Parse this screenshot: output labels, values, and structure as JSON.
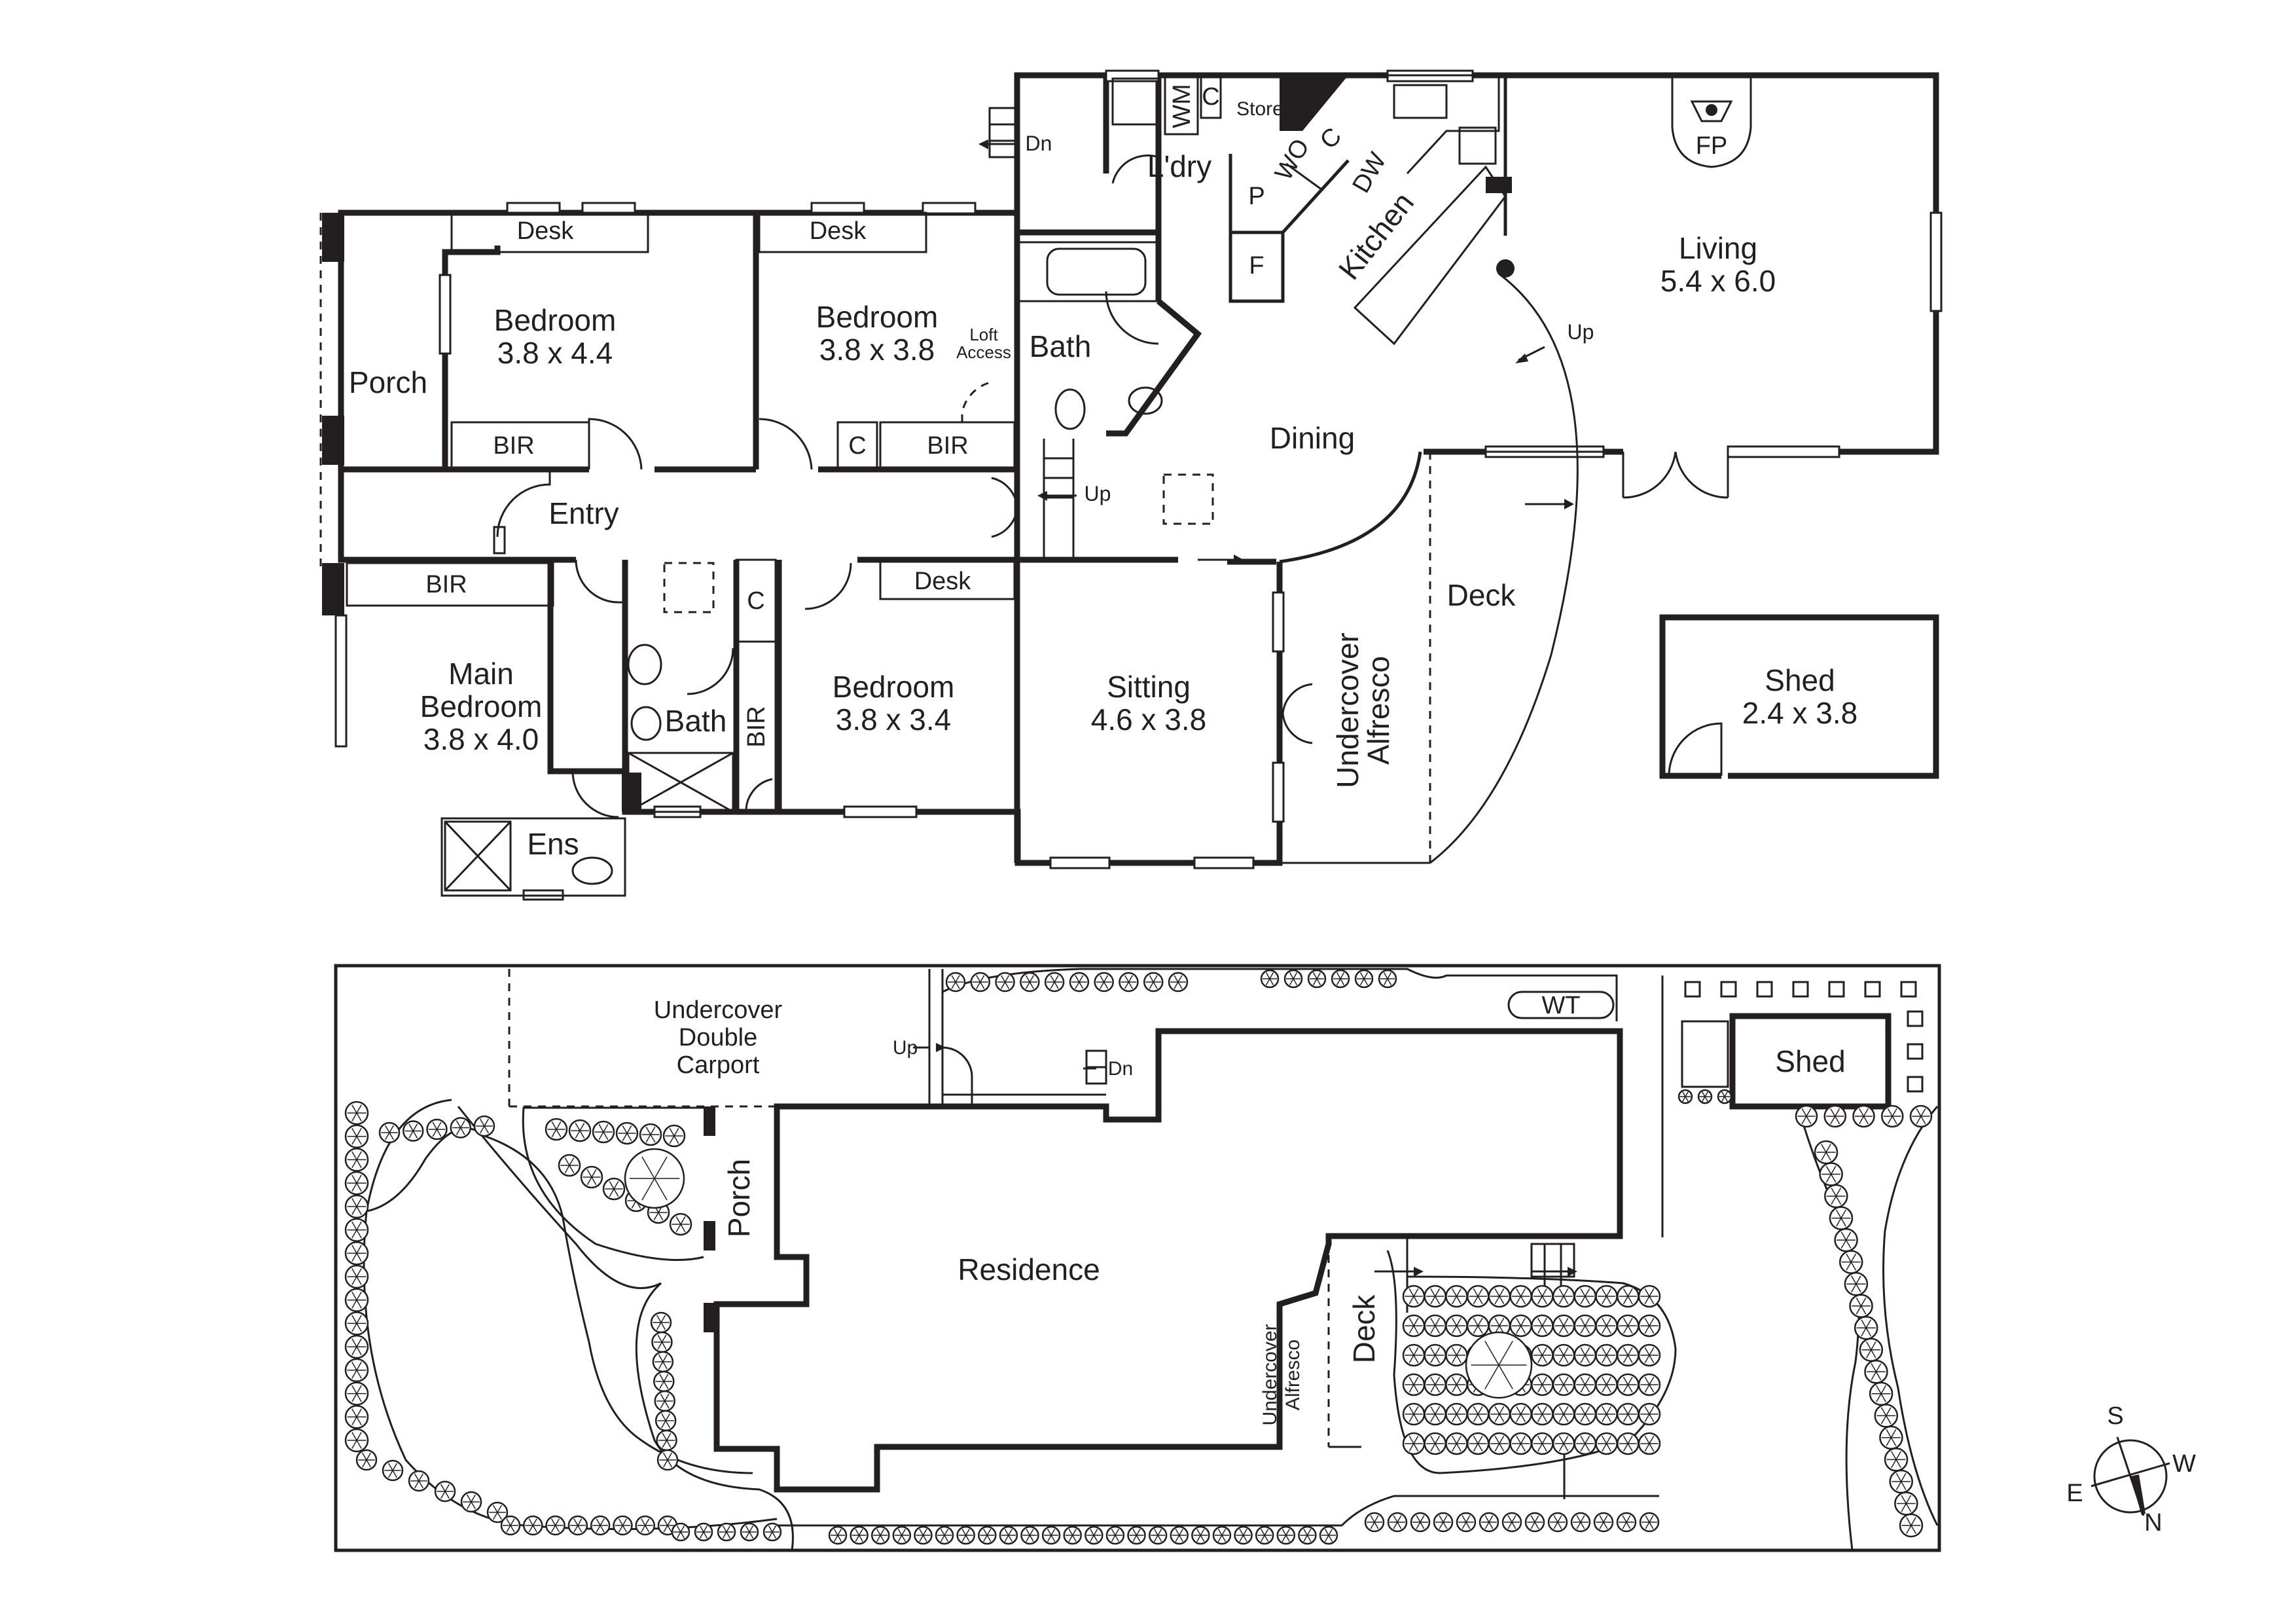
{
  "floor_plan": {
    "rooms": {
      "porch": "Porch",
      "bedroom1": {
        "name": "Bedroom",
        "size": "3.8 x 4.4"
      },
      "bedroom2": {
        "name": "Bedroom",
        "size": "3.8 x 3.8"
      },
      "bedroom3": {
        "name": "Bedroom",
        "size": "3.8 x 3.4"
      },
      "main_bedroom": {
        "name_line1": "Main",
        "name_line2": "Bedroom",
        "size": "3.8 x 4.0"
      },
      "living": {
        "name": "Living",
        "size": "5.4 x 6.0"
      },
      "sitting": {
        "name": "Sitting",
        "size": "4.6 x 3.8"
      },
      "shed": {
        "name": "Shed",
        "size": "2.4 x 3.8"
      },
      "entry": "Entry",
      "dining": "Dining",
      "kitchen": "Kitchen",
      "laundry": "L'dry",
      "bath_upper": "Bath",
      "bath_lower": "Bath",
      "ensuite": "Ens",
      "deck": "Deck",
      "alfresco_line1": "Undercover",
      "alfresco_line2": "Alfresco"
    },
    "fixtures": {
      "desk": "Desk",
      "bir": "BIR",
      "cupboard": "C",
      "store": "Store",
      "wm": "WM",
      "wo": "WO",
      "dw": "DW",
      "pantry": "P",
      "fridge": "F",
      "fireplace": "FP",
      "loft_line1": "Loft",
      "loft_line2": "Access"
    },
    "stairs": {
      "up": "Up",
      "down": "Dn"
    }
  },
  "site_plan": {
    "residence": "Residence",
    "porch": "Porch",
    "deck": "Deck",
    "alfresco_line1": "Undercover",
    "alfresco_line2": "Alfresco",
    "carport_line1": "Undercover",
    "carport_line2": "Double",
    "carport_line3": "Carport",
    "water_tank": "WT",
    "shed": "Shed",
    "up": "Up",
    "down": "Dn"
  },
  "compass": {
    "north": "N",
    "south": "S",
    "east": "E",
    "west": "W"
  }
}
